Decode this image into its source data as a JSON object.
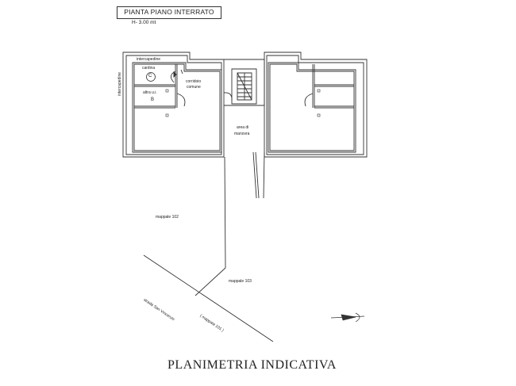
{
  "header": {
    "title": "PIANTA PIANO INTERRATO",
    "height": "H- 3.00 mt"
  },
  "rooms": {
    "intercapedine_top": "intercapedine",
    "intercapedine_side": "intercapedine",
    "cantina": "cantina",
    "cantina_marker": "C",
    "altra_ui": "altra u.i.",
    "altra_ui_marker": "B",
    "corridoio": "corridoio",
    "comune": "comune",
    "area_di": "area di",
    "manovra": "manovra"
  },
  "site": {
    "mappale_102": "mappale 102",
    "mappale_103": "mappale 103",
    "strada": "strada San Vincenzo",
    "mappale_101": "( mappale 101 )"
  },
  "footer": {
    "title": "PLANIMETRIA INDICATIVA"
  }
}
